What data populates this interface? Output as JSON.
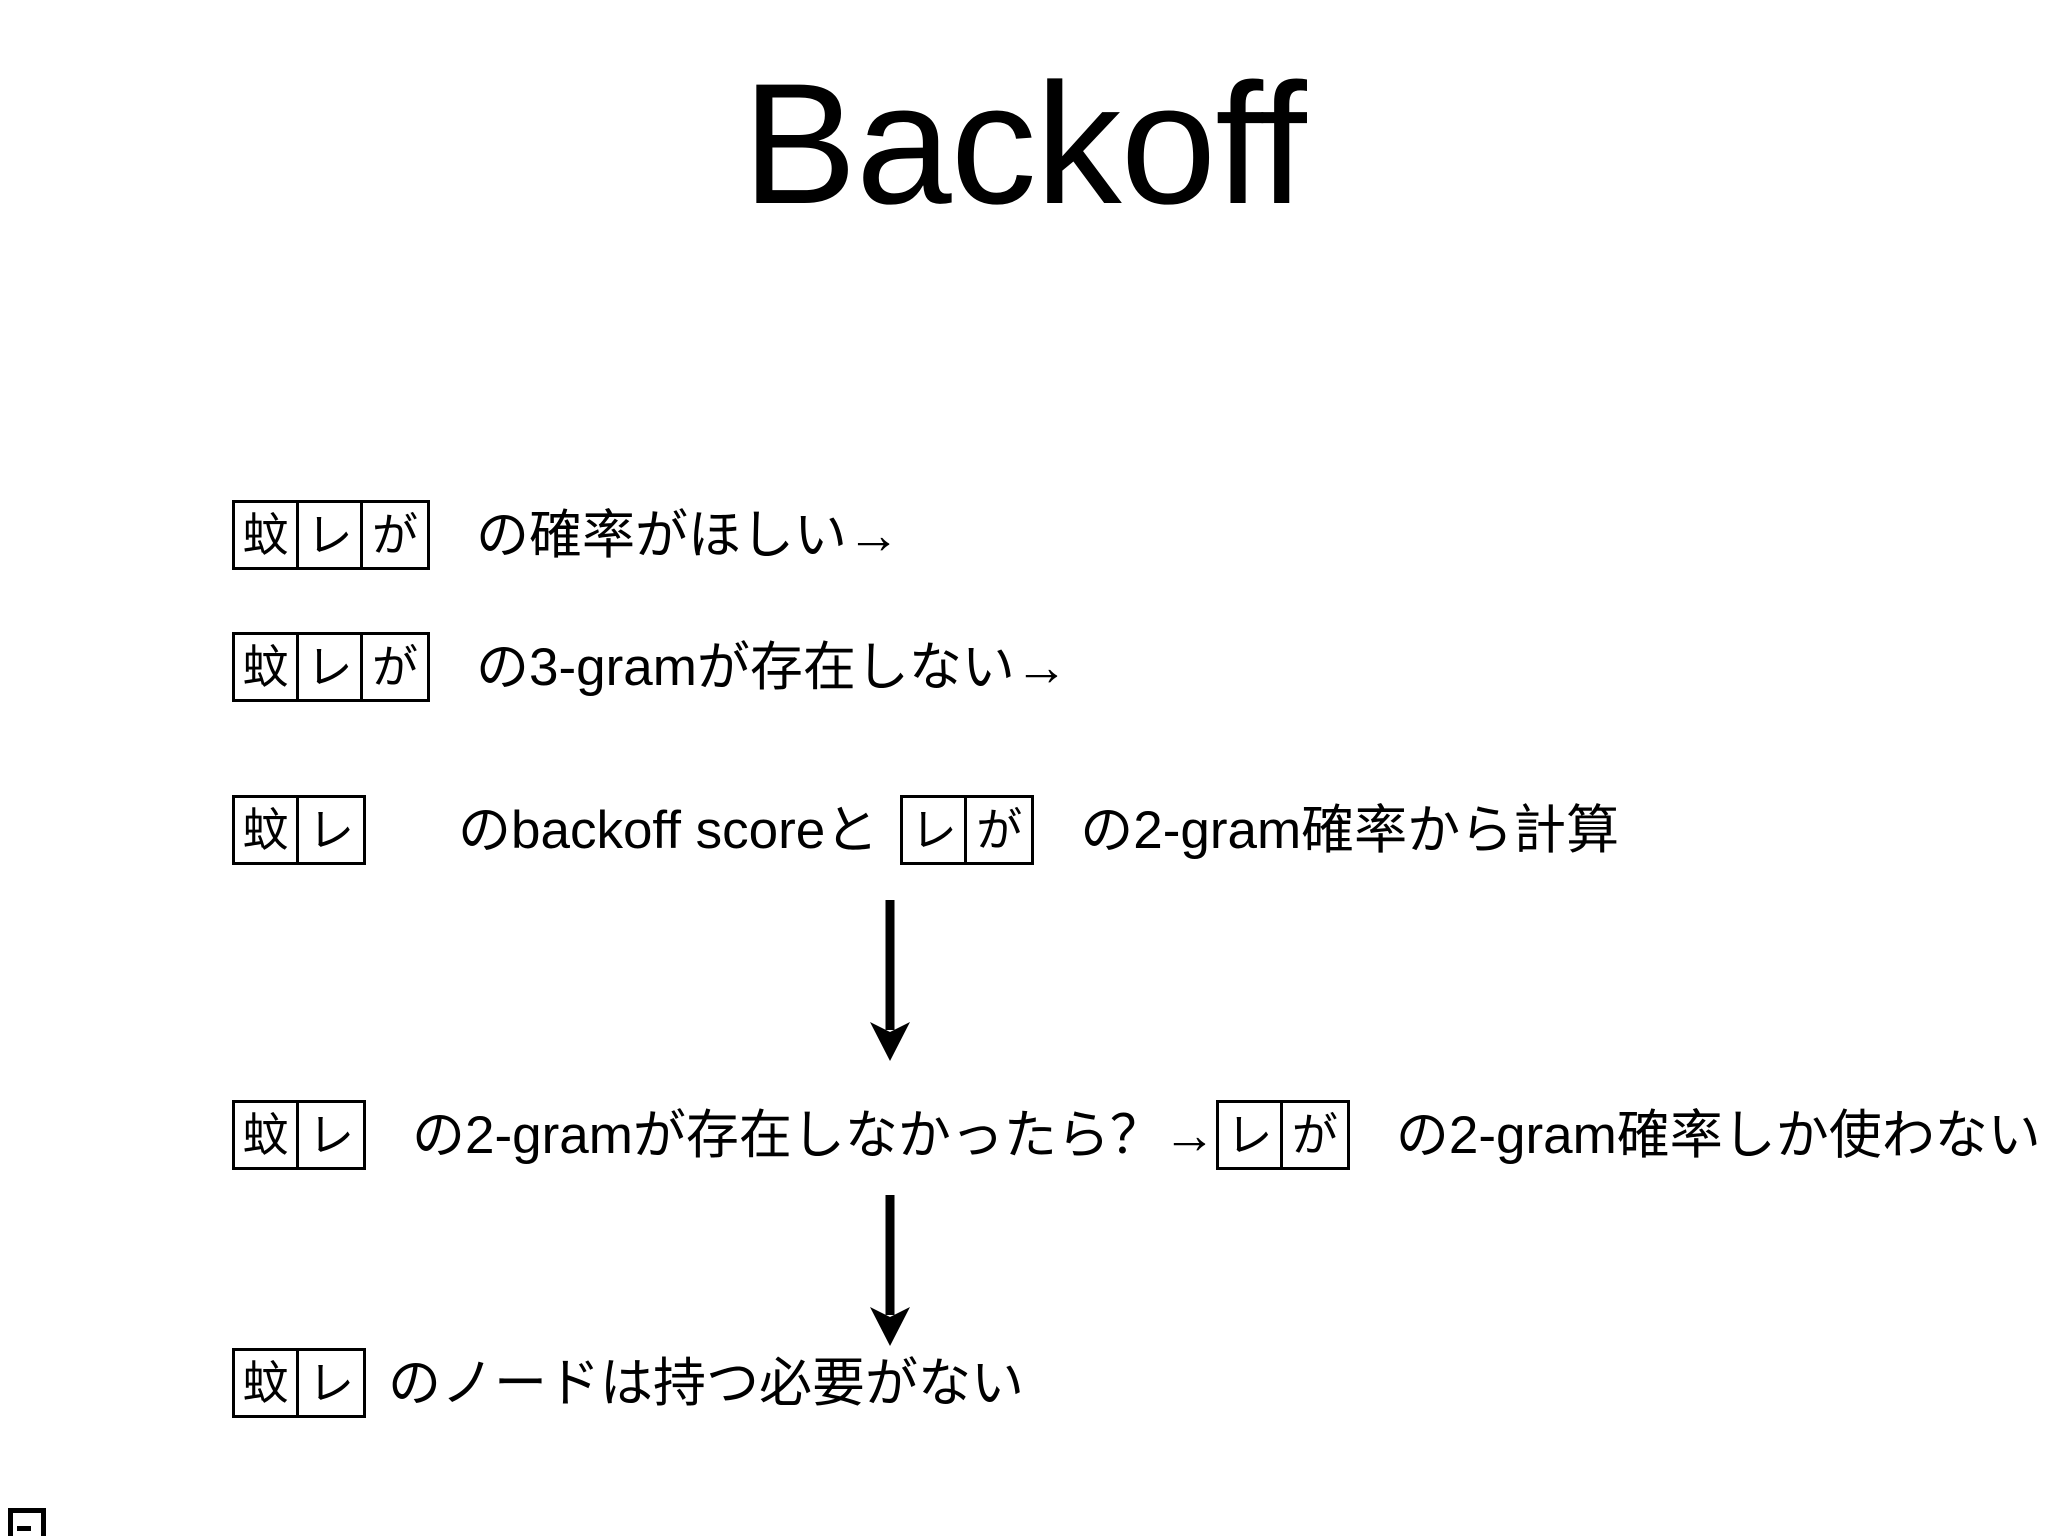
{
  "slide": {
    "title": "Backoff",
    "background_color": "#ffffff",
    "text_color": "#000000"
  },
  "lines": [
    {
      "id": "line-1",
      "ngram_start": [
        "蚊",
        "レ",
        "が"
      ],
      "text_after": "の確率がほしい→"
    },
    {
      "id": "line-2",
      "ngram_start": [
        "蚊",
        "レ",
        "が"
      ],
      "text_after": "の3-gramが存在しない→"
    },
    {
      "id": "line-3",
      "ngram_start": [
        "蚊",
        "レ"
      ],
      "text_mid": "のbackoff scoreと",
      "ngram_mid": [
        "レ",
        "が"
      ],
      "text_end": "の2-gram確率から計算"
    },
    {
      "id": "line-4",
      "ngram_start": [
        "蚊",
        "レ"
      ],
      "text_mid": "の2-gramが存在しなかったら？→",
      "ngram_mid": [
        "レ",
        "が"
      ],
      "text_end": "の2-gram確率しか使わない"
    },
    {
      "id": "line-5",
      "ngram_start": [
        "蚊",
        "レ"
      ],
      "text_after": "のノードは持つ必要がない"
    }
  ],
  "arrows": [
    {
      "id": "arrow-1",
      "direction": "down",
      "from_line": "line-3",
      "to_line": "line-4"
    },
    {
      "id": "arrow-2",
      "direction": "down",
      "from_line": "line-4",
      "to_line": "line-5"
    }
  ],
  "corner_marker": {
    "present": true,
    "description": "clipped-box-bottom-left"
  }
}
